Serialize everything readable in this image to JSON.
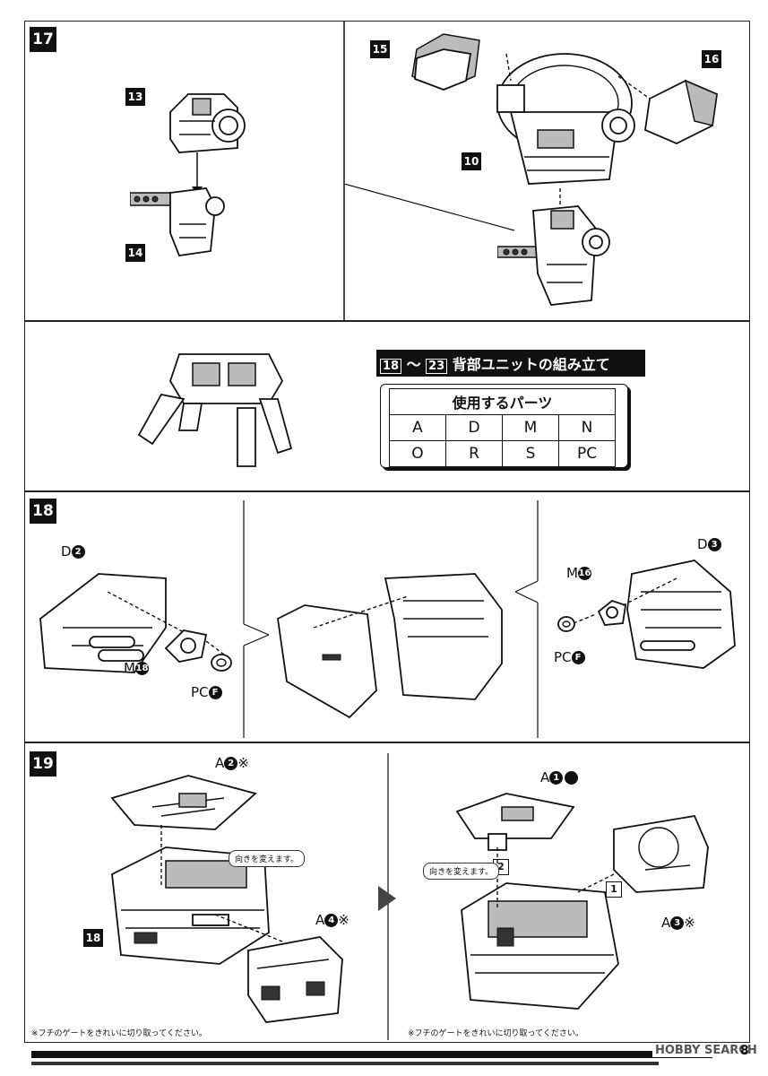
{
  "steps": {
    "s17": {
      "number": "17",
      "labels": {
        "p13": "13",
        "p14": "14",
        "p15": "15",
        "p16": "16",
        "p10": "10"
      }
    },
    "overview": {
      "title_from": "18",
      "title_sep": "～",
      "title_to": "23",
      "title_text": "背部ユニットの組み立て",
      "parts_header": "使用するパーツ",
      "parts_rows": [
        [
          "A",
          "D",
          "M",
          "N"
        ],
        [
          "O",
          "R",
          "S",
          "PC"
        ]
      ]
    },
    "s18": {
      "number": "18",
      "d2": {
        "letter": "D",
        "num": "2"
      },
      "m18": {
        "letter": "M",
        "num": "18"
      },
      "pcf_left": {
        "letter": "PC",
        "num": "F"
      },
      "d3": {
        "letter": "D",
        "num": "3"
      },
      "m16": {
        "letter": "M",
        "num": "16"
      },
      "pcf_right": {
        "letter": "PC",
        "num": "F"
      }
    },
    "s19": {
      "number": "19",
      "a2": {
        "letter": "A",
        "num": "2",
        "mark": "※"
      },
      "a4": {
        "letter": "A",
        "num": "4",
        "mark": "※"
      },
      "a1": {
        "letter": "A",
        "num": "1"
      },
      "a3": {
        "letter": "A",
        "num": "3",
        "mark": "※"
      },
      "p18": "18",
      "bubble_left": "向きを変えます。",
      "bubble_right": "向きを変えます。",
      "order1": "1",
      "order2": "2",
      "note_left": "※フチのゲートをきれいに切り取ってください。",
      "note_right": "※フチのゲートをきれいに切り取ってください。"
    }
  },
  "footer": {
    "watermark": "HOBBY SEARCH",
    "page": "8"
  }
}
